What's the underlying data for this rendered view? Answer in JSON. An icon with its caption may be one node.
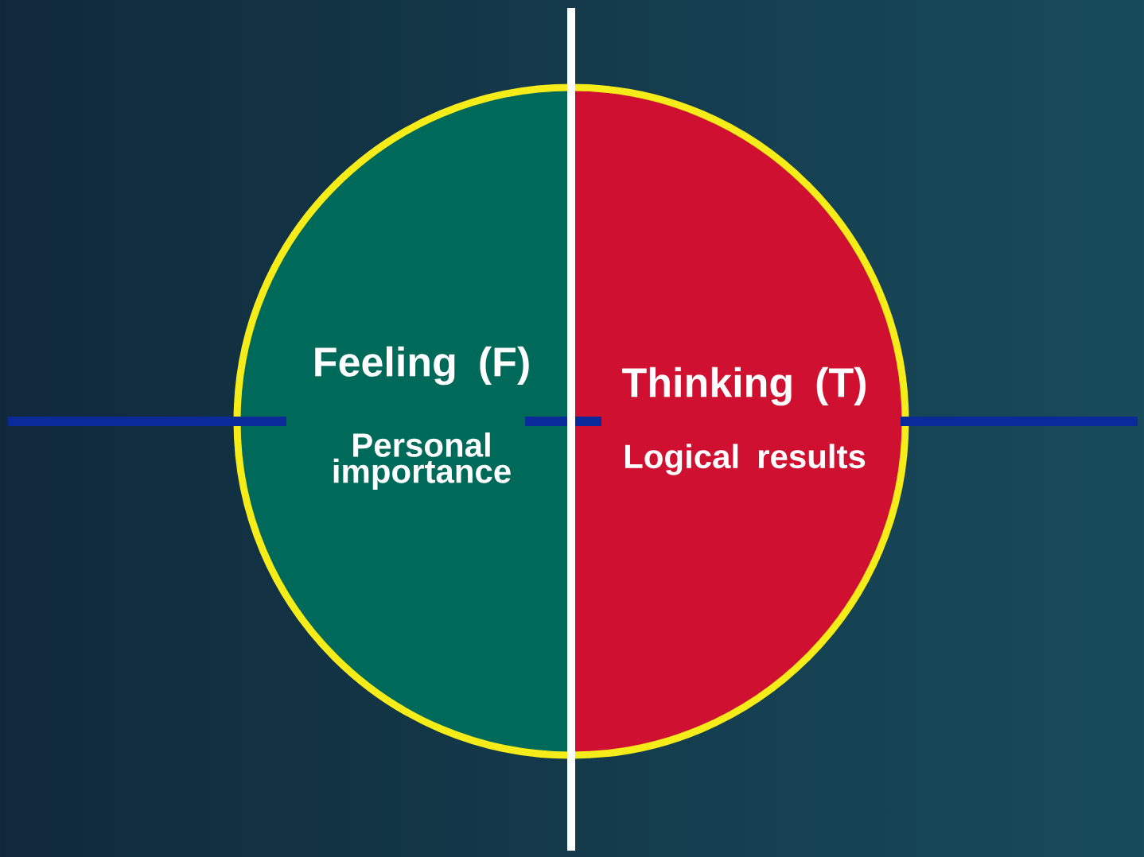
{
  "diagram": {
    "nodes": [
      {
        "text": [
          "Feeling (F)",
          "Personal importance"
        ]
      },
      {
        "text": [
          "Thinking (T)",
          "Logical results"
        ]
      }
    ]
  }
}
